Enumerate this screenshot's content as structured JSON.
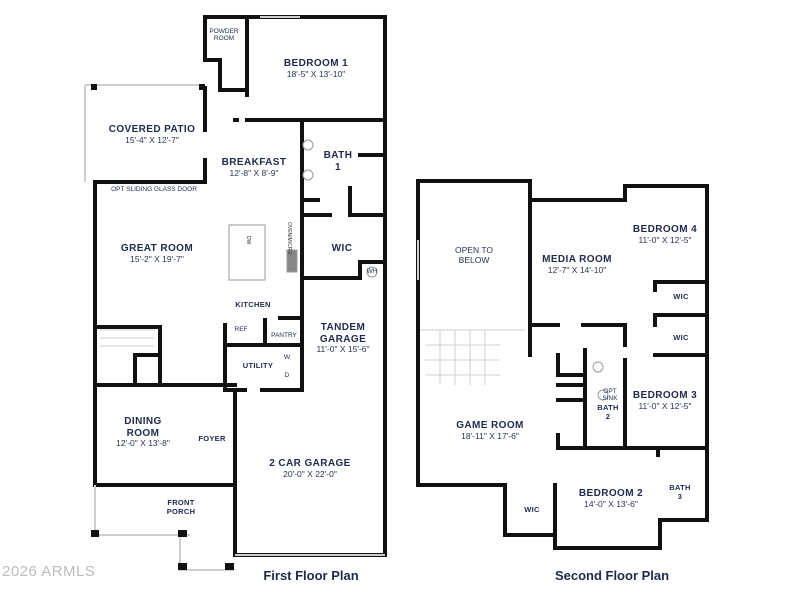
{
  "first_floor": {
    "title": "First Floor Plan",
    "rooms": {
      "powder": {
        "name": "POWDER",
        "name2": "ROOM"
      },
      "bedroom1": {
        "name": "BEDROOM 1",
        "dims": "18'-5\" X 13'-10\""
      },
      "covered_patio": {
        "name": "COVERED PATIO",
        "dims": "15'-4\" X 12'-7\""
      },
      "breakfast": {
        "name": "BREAKFAST",
        "dims": "12'-8\" X 8'-9\""
      },
      "bath1": {
        "name": "BATH",
        "num": "1"
      },
      "sliding_door": {
        "name": "OPT SLIDING GLASS DOOR"
      },
      "great_room": {
        "name": "GREAT ROOM",
        "dims": "15'-2\" X 19'-7\""
      },
      "wic": {
        "name": "WIC"
      },
      "wh": {
        "name": "WH"
      },
      "dw": {
        "name": "DW"
      },
      "oven": {
        "name": "OVEN/MICRO"
      },
      "kitchen": {
        "name": "KITCHEN"
      },
      "ref": {
        "name": "REF"
      },
      "pantry": {
        "name": "PANTRY"
      },
      "tandem_garage": {
        "name": "TANDEM",
        "name2": "GARAGE",
        "dims": "11'-0\" X 15'-6\""
      },
      "utility": {
        "name": "UTILITY",
        "w": "W",
        "d": "D"
      },
      "dining": {
        "name": "DINING",
        "name2": "ROOM",
        "dims": "12'-0\" X 13'-8\""
      },
      "foyer": {
        "name": "FOYER"
      },
      "garage": {
        "name": "2 CAR GARAGE",
        "dims": "20'-0\" X 22'-0\""
      },
      "front_porch": {
        "name": "FRONT",
        "name2": "PORCH"
      }
    }
  },
  "second_floor": {
    "title": "Second Floor Plan",
    "rooms": {
      "open_below": {
        "name": "OPEN TO",
        "name2": "BELOW"
      },
      "media": {
        "name": "MEDIA ROOM",
        "dims": "12'-7\" X 14'-10\""
      },
      "bedroom4": {
        "name": "BEDROOM 4",
        "dims": "11'-0\" X 12'-5\""
      },
      "wic4": {
        "name": "WIC"
      },
      "wic3": {
        "name": "WIC"
      },
      "opt_sink": {
        "name": "OPT",
        "name2": "SINK"
      },
      "bath2": {
        "name": "BATH",
        "num": "2"
      },
      "bedroom3": {
        "name": "BEDROOM 3",
        "dims": "11'-0\" X 12'-5\""
      },
      "game": {
        "name": "GAME ROOM",
        "dims": "18'-11\" X 17'-6\""
      },
      "bedroom2": {
        "name": "BEDROOM 2",
        "dims": "14'-0\" X 13'-6\""
      },
      "bath3": {
        "name": "BATH",
        "num": "3"
      },
      "wic2": {
        "name": "WIC"
      }
    }
  },
  "watermark": "2026 ARMLS",
  "colors": {
    "wall": "#111111",
    "label": "#1f2a4d",
    "window": "#cfcfcf"
  }
}
